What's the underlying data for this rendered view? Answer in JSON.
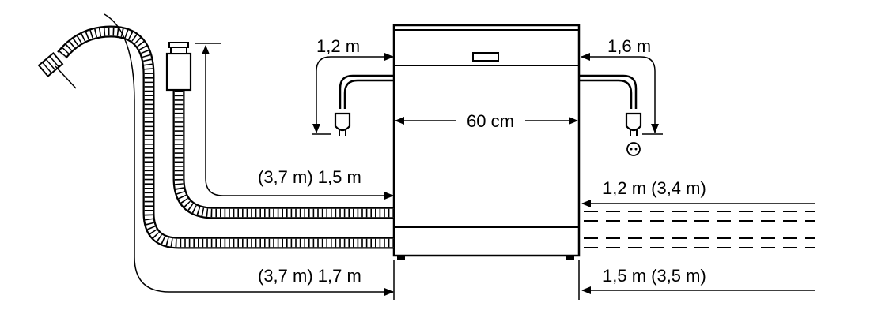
{
  "labels": {
    "power_left": "1,2 m",
    "power_right": "1,6 m",
    "width": "60 cm",
    "drain_upper": "(3,7 m) 1,5 m",
    "drain_lower": "(3,7 m) 1,7 m",
    "inlet_upper": "1,2 m (3,4 m)",
    "inlet_lower": "1,5 m (3,5 m)"
  }
}
